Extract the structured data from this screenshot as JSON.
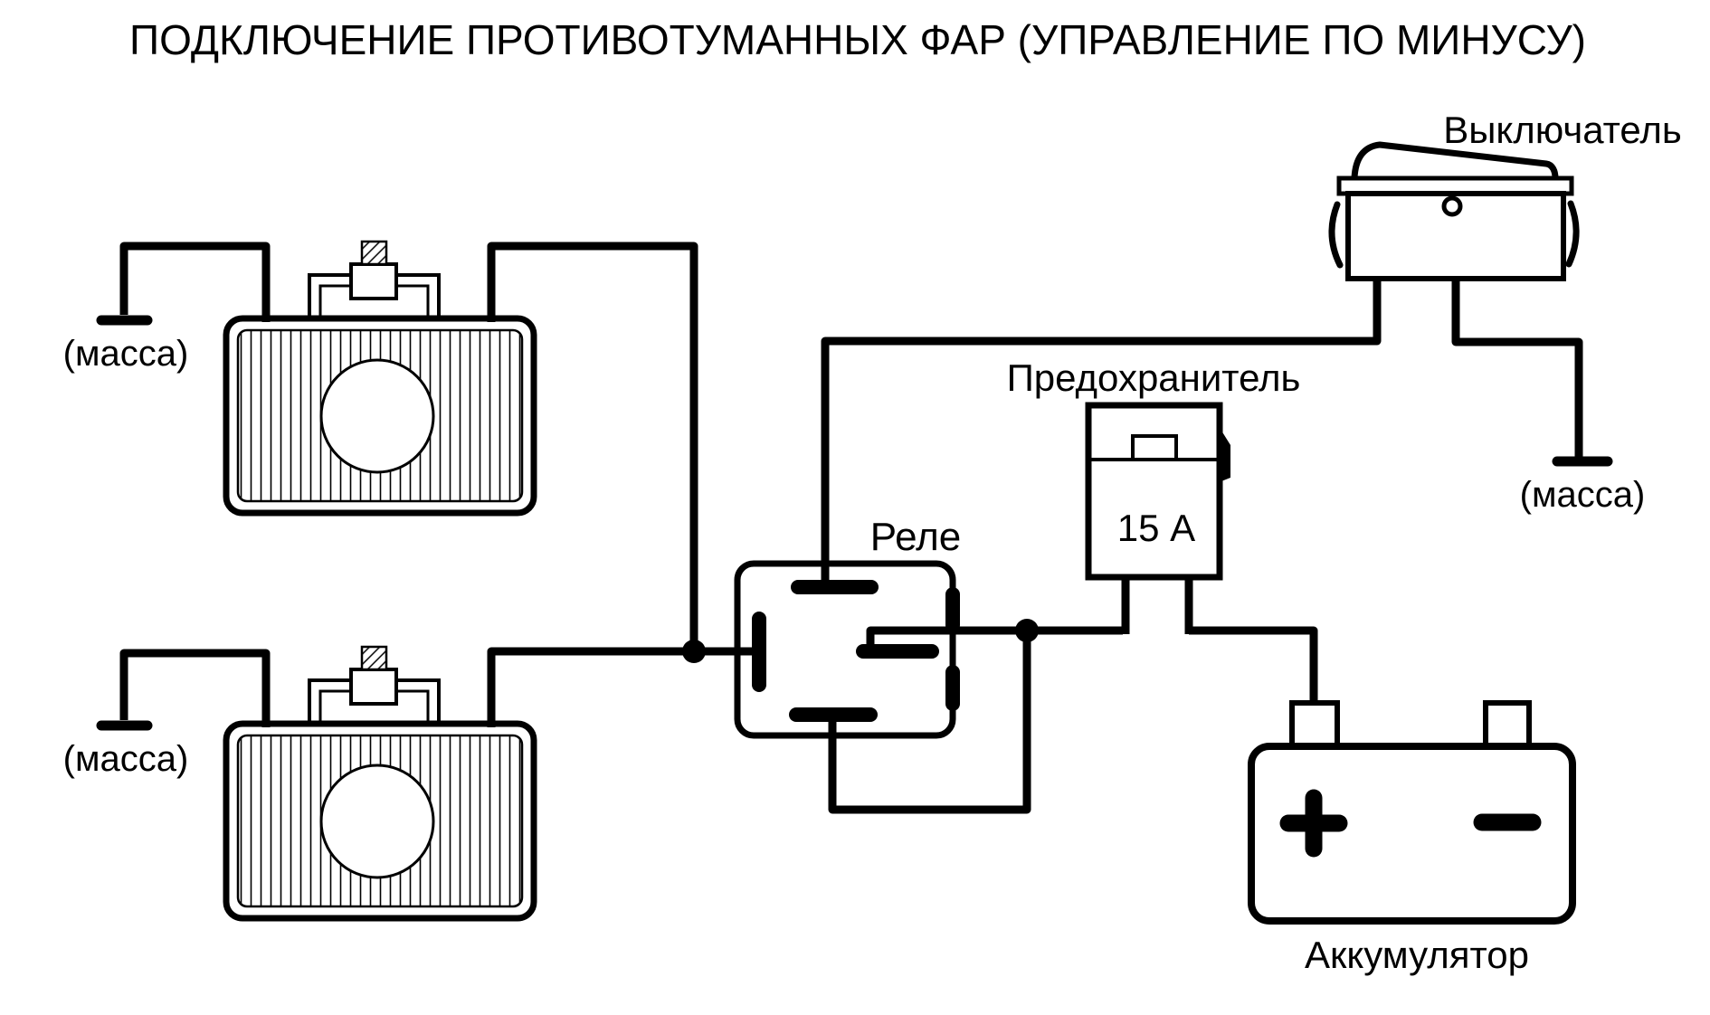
{
  "title": "ПОДКЛЮЧЕНИЕ ПРОТИВОТУМАННЫХ ФАР (УПРАВЛЕНИЕ ПО МИНУСУ)",
  "components": {
    "switch": {
      "label": "Выключатель",
      "ground_label": "(масса)"
    },
    "fuse": {
      "label": "Предохранитель",
      "rating": "15 А"
    },
    "relay": {
      "label": "Реле"
    },
    "battery": {
      "label": "Аккумулятор",
      "plus_sign": "+",
      "minus_sign": "−"
    },
    "fog_lamp_1": {
      "ground_label": "(масса)"
    },
    "fog_lamp_2": {
      "ground_label": "(масса)"
    }
  },
  "colors": {
    "ink": "#000000",
    "paper": "#ffffff"
  }
}
